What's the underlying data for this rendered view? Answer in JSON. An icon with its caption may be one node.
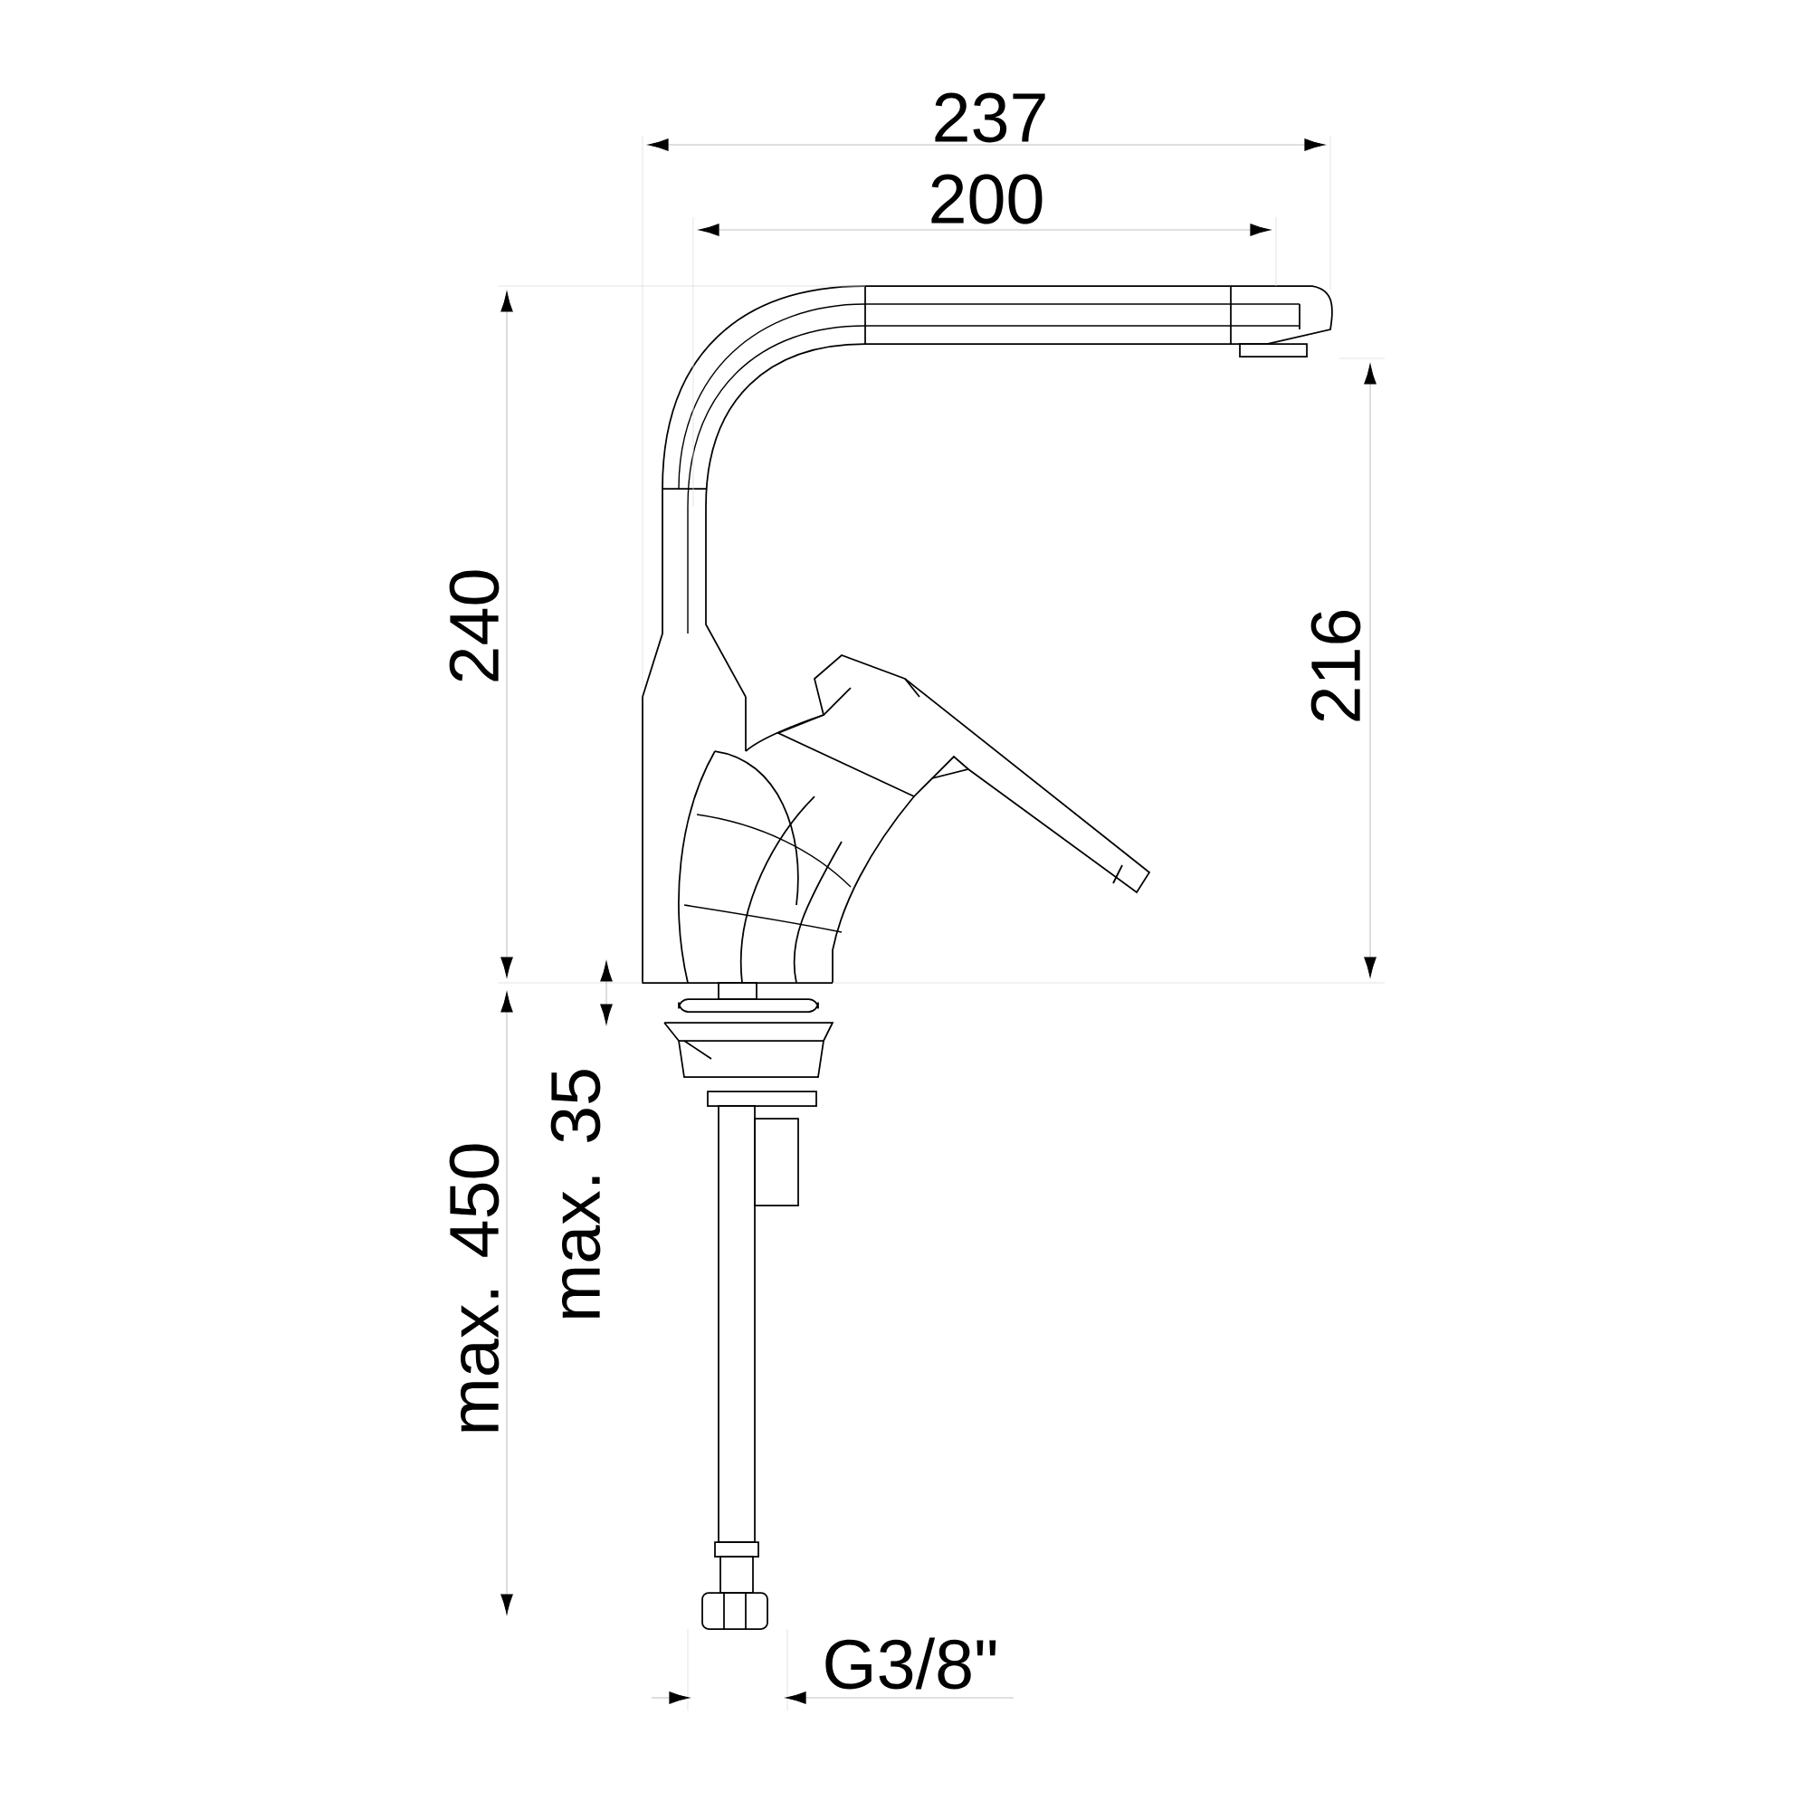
{
  "diagram": {
    "labels": [
      "237",
      "200",
      "240",
      "216",
      "max. 450",
      "max. 35",
      "G3/8\""
    ]
  }
}
